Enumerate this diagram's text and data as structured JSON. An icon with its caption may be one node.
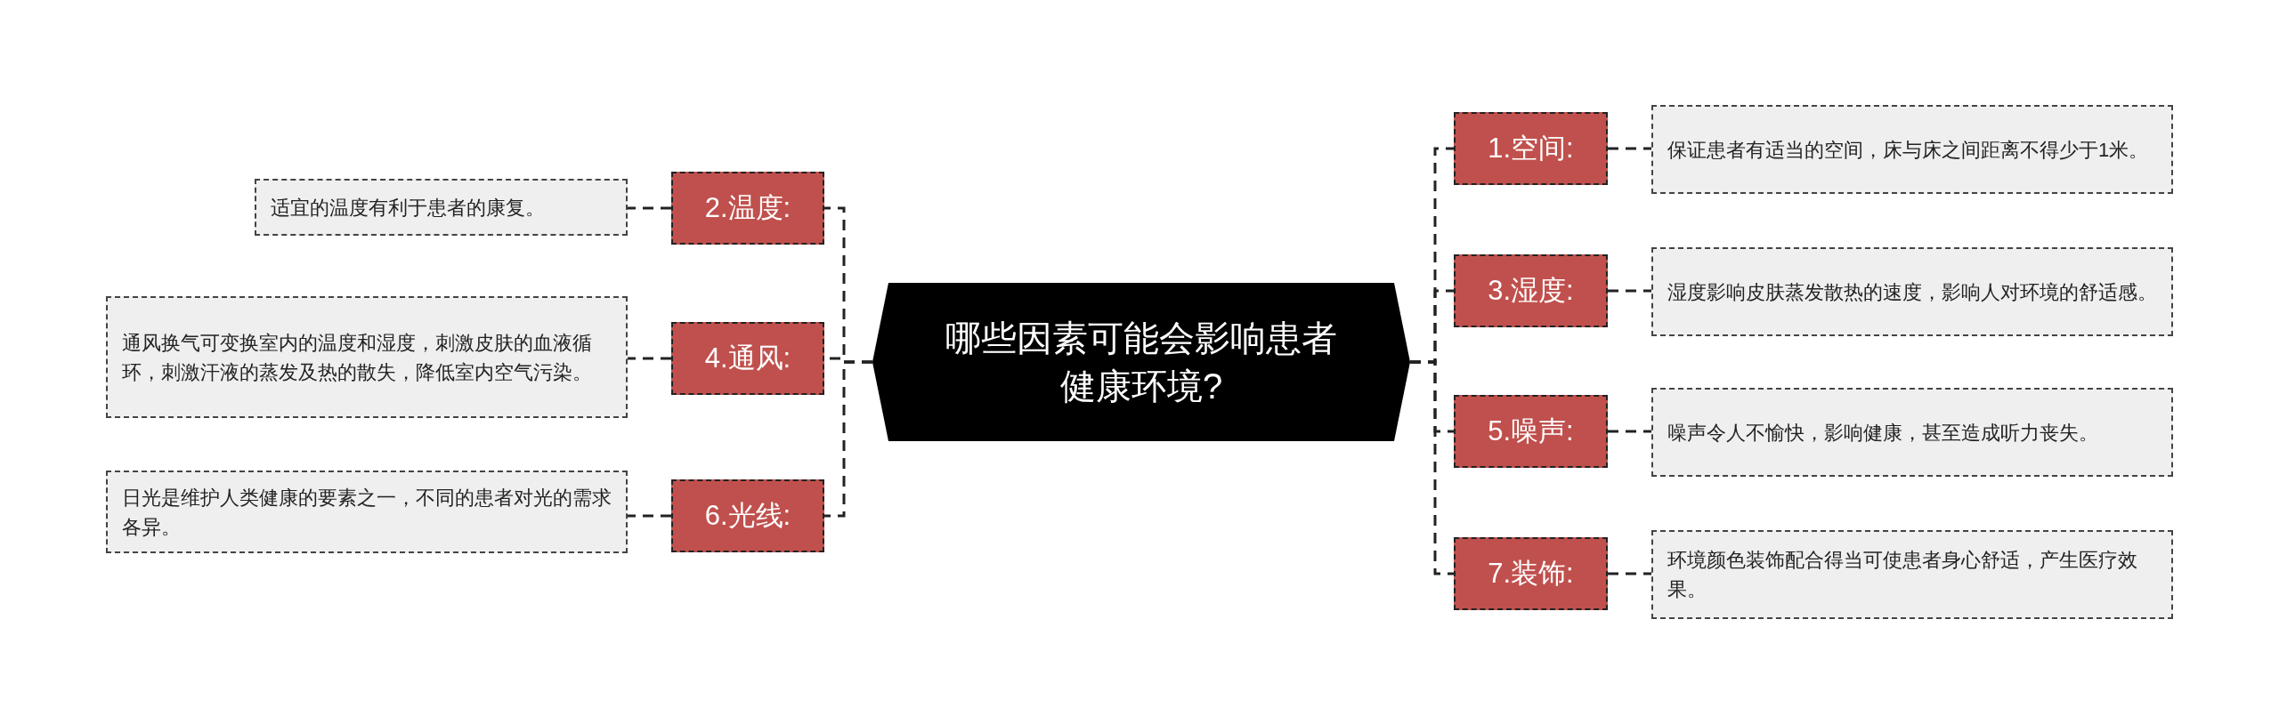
{
  "diagram": {
    "nodes": [
      {
        "text": [
          "哪些因素可能会影响患者健康环境?"
        ]
      },
      {
        "text": [
          "1.空间:"
        ]
      },
      {
        "text": [
          "保证患者有适当的空间，床与床之间距离不得少于1米。"
        ]
      },
      {
        "text": [
          "2.温度:"
        ]
      },
      {
        "text": [
          "适宜的温度有利于患者的康复。"
        ]
      },
      {
        "text": [
          "3.湿度:"
        ]
      },
      {
        "text": [
          "湿度影响皮肤蒸发散热的速度，影响人对环境的舒适感。"
        ]
      },
      {
        "text": [
          "4.通风:"
        ]
      },
      {
        "text": [
          "通风换气可变换室内的温度和湿度，刺激皮肤的血液循环，刺激汗液的蒸发及热的散失，降低室内空气污染。"
        ]
      },
      {
        "text": [
          "5.噪声:"
        ]
      },
      {
        "text": [
          "噪声令人不愉快，影响健康，甚至造成听力丧失。"
        ]
      },
      {
        "text": [
          "6.光线:"
        ]
      },
      {
        "text": [
          "日光是维护人类健康的要素之一，不同的患者对光的需求各异。"
        ]
      },
      {
        "text": [
          "7.装饰:"
        ]
      },
      {
        "text": [
          "环境颜色装饰配合得当可使患者身心舒适，产生医疗效果。"
        ]
      }
    ],
    "edges": [
      {
        "from": 0,
        "to": 1,
        "arrow": "none",
        "style": "dashed"
      },
      {
        "from": 1,
        "to": 2,
        "arrow": "none",
        "style": "dashed"
      },
      {
        "from": 0,
        "to": 3,
        "arrow": "none",
        "style": "dashed"
      },
      {
        "from": 3,
        "to": 4,
        "arrow": "none",
        "style": "dashed"
      },
      {
        "from": 0,
        "to": 5,
        "arrow": "none",
        "style": "dashed"
      },
      {
        "from": 5,
        "to": 6,
        "arrow": "none",
        "style": "dashed"
      },
      {
        "from": 0,
        "to": 7,
        "arrow": "none",
        "style": "dashed"
      },
      {
        "from": 7,
        "to": 8,
        "arrow": "none",
        "style": "dashed"
      },
      {
        "from": 0,
        "to": 9,
        "arrow": "none",
        "style": "dashed"
      },
      {
        "from": 9,
        "to": 10,
        "arrow": "none",
        "style": "dashed"
      },
      {
        "from": 0,
        "to": 11,
        "arrow": "none",
        "style": "dashed"
      },
      {
        "from": 11,
        "to": 12,
        "arrow": "none",
        "style": "dashed"
      },
      {
        "from": 0,
        "to": 13,
        "arrow": "none",
        "style": "dashed"
      },
      {
        "from": 13,
        "to": 14,
        "arrow": "none",
        "style": "dashed"
      }
    ]
  }
}
